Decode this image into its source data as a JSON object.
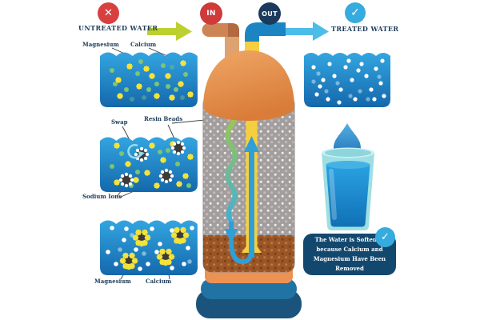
{
  "flow": {
    "untreated_label": "UNTREATED WATER",
    "treated_label": "TREATED WATER",
    "in_badge": "IN",
    "out_badge": "OUT"
  },
  "labels": {
    "magnesium_top": "Magnesium",
    "calcium_top": "Calcium",
    "swap": "Swap",
    "resin_beads": "Resin Beads",
    "sodium_ions": "Sodium Ions",
    "magnesium_bottom": "Magnesium",
    "calcium_bottom": "Calcium"
  },
  "callout": {
    "text": "The Water is Softened because Calcium and Magnesium Have Been Removed"
  },
  "icons": {
    "untreated_x": "✕",
    "treated_check": "✓",
    "callout_check": "✓"
  },
  "colors": {
    "water_blue": "#1f8fd0",
    "navy": "#1b3a5c",
    "red": "#d04040",
    "pipe_blue": "#1b85c4",
    "arrow_light_blue": "#4cbde9",
    "arrow_yellow_green": "#bdd02f",
    "ion_yellow": "#f3e23a",
    "ion_green": "#7cc576",
    "resin_dark": "#3d3a3a",
    "tank_orange": "#e8915a",
    "window_gray": "#a39e9e",
    "gravel_brown": "#9a5627",
    "callout_bg": "#13486e",
    "badge_blue": "#36abdf"
  }
}
